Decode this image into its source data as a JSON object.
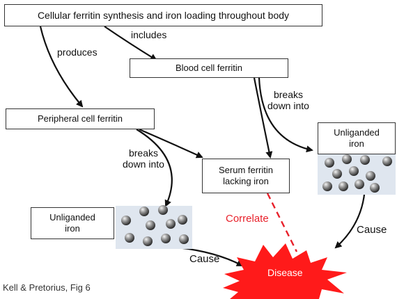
{
  "nodes": {
    "cellular_synthesis": "Cellular ferritin synthesis and iron loading throughout body",
    "blood_cell_ferritin": "Blood cell ferritin",
    "peripheral_cell_ferritin": "Peripheral cell ferritin",
    "serum_ferritin": [
      "Serum ferritin",
      "lacking iron"
    ],
    "unliganded_iron_right": [
      "Unliganded",
      "iron"
    ],
    "unliganded_iron_left": [
      "Unliganded",
      "iron"
    ],
    "disease": "Disease"
  },
  "edge_labels": {
    "includes": "includes",
    "produces": "produces",
    "breaks_down_into_right": [
      "breaks",
      "down into"
    ],
    "breaks_down_into_left": [
      "breaks",
      "down into"
    ],
    "correlate": "Correlate",
    "cause_right": "Cause",
    "cause_left": "Cause"
  },
  "caption": "Kell & Pretorius, Fig 6",
  "colors": {
    "arrow": "#111111",
    "correlate": "#e8212b",
    "disease_fill": "#ff1a1a",
    "disease_text": "#ffffff"
  }
}
